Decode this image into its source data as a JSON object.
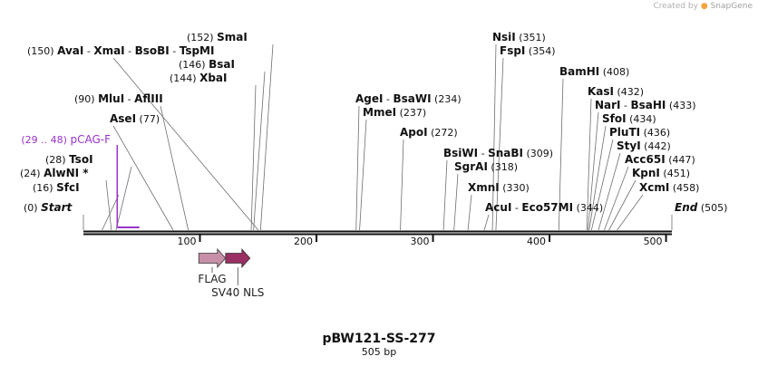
{
  "credit": {
    "prefix": "Created by",
    "brand": "SnapGene"
  },
  "plasmid": {
    "name": "pBW121-SS-277",
    "length": 505,
    "length_label": "505 bp"
  },
  "axis_ticks": [
    {
      "pos": 100,
      "label": "100"
    },
    {
      "pos": 200,
      "label": "200"
    },
    {
      "pos": 300,
      "label": "300"
    },
    {
      "pos": 400,
      "label": "400"
    },
    {
      "pos": 500,
      "label": "500"
    }
  ],
  "features": [
    {
      "label": "FLAG",
      "start": 99,
      "end": 122,
      "color": "#c790a8"
    },
    {
      "label": "SV40 NLS",
      "start": 122,
      "end": 143,
      "color": "#9a2f63"
    }
  ],
  "primer": {
    "name": "pCAG-F",
    "range": "(29 .. 48)",
    "start": 29,
    "end": 48,
    "color": "#9b33cc"
  },
  "sites": [
    {
      "pos": 0,
      "label": "(0)",
      "names": [
        {
          "n": "Start",
          "italic": true
        }
      ]
    },
    {
      "pos": 16,
      "label": "(16)",
      "names": [
        {
          "n": "SfcI"
        }
      ]
    },
    {
      "pos": 24,
      "label": "(24)",
      "names": [
        {
          "n": "AlwNI *"
        }
      ]
    },
    {
      "pos": 28,
      "label": "(28)",
      "names": [
        {
          "n": "TsoI"
        }
      ]
    },
    {
      "pos": 77,
      "label": "(77)",
      "names": [
        {
          "n": "AseI"
        }
      ]
    },
    {
      "pos": 90,
      "label": "(90)",
      "names": [
        {
          "n": "MluI"
        },
        {
          "n": "AflIII"
        }
      ]
    },
    {
      "pos": 144,
      "label": "(144)",
      "names": [
        {
          "n": "XbaI"
        }
      ]
    },
    {
      "pos": 146,
      "label": "(146)",
      "names": [
        {
          "n": "BsaI"
        }
      ]
    },
    {
      "pos": 150,
      "label": "(150)",
      "names": [
        {
          "n": "AvaI"
        },
        {
          "n": "XmaI"
        },
        {
          "n": "BsoBI"
        },
        {
          "n": "TspMI"
        }
      ]
    },
    {
      "pos": 152,
      "label": "(152)",
      "names": [
        {
          "n": "SmaI"
        }
      ]
    },
    {
      "pos": 234,
      "label": "(234)",
      "names": [
        {
          "n": "AgeI"
        },
        {
          "n": "BsaWI"
        }
      ]
    },
    {
      "pos": 237,
      "label": "(237)",
      "names": [
        {
          "n": "MmeI"
        }
      ]
    },
    {
      "pos": 272,
      "label": "(272)",
      "names": [
        {
          "n": "ApoI"
        }
      ]
    },
    {
      "pos": 309,
      "label": "(309)",
      "names": [
        {
          "n": "BsiWI"
        },
        {
          "n": "SnaBI"
        }
      ]
    },
    {
      "pos": 318,
      "label": "(318)",
      "names": [
        {
          "n": "SgrAI"
        }
      ]
    },
    {
      "pos": 330,
      "label": "(330)",
      "names": [
        {
          "n": "XmnI"
        }
      ]
    },
    {
      "pos": 344,
      "label": "(344)",
      "names": [
        {
          "n": "AcuI"
        },
        {
          "n": "Eco57MI"
        }
      ]
    },
    {
      "pos": 351,
      "label": "(351)",
      "names": [
        {
          "n": "NsiI"
        }
      ]
    },
    {
      "pos": 354,
      "label": "(354)",
      "names": [
        {
          "n": "FspI"
        }
      ]
    },
    {
      "pos": 408,
      "label": "(408)",
      "names": [
        {
          "n": "BamHI"
        }
      ]
    },
    {
      "pos": 432,
      "label": "(432)",
      "names": [
        {
          "n": "KasI"
        }
      ]
    },
    {
      "pos": 433,
      "label": "(433)",
      "names": [
        {
          "n": "NarI"
        },
        {
          "n": "BsaHI"
        }
      ]
    },
    {
      "pos": 434,
      "label": "(434)",
      "names": [
        {
          "n": "SfoI"
        }
      ]
    },
    {
      "pos": 436,
      "label": "(436)",
      "names": [
        {
          "n": "PluTI"
        }
      ]
    },
    {
      "pos": 442,
      "label": "(442)",
      "names": [
        {
          "n": "StyI"
        }
      ]
    },
    {
      "pos": 447,
      "label": "(447)",
      "names": [
        {
          "n": "Acc65I"
        }
      ]
    },
    {
      "pos": 451,
      "label": "(451)",
      "names": [
        {
          "n": "KpnI"
        }
      ]
    },
    {
      "pos": 458,
      "label": "(458)",
      "names": [
        {
          "n": "XcmI"
        }
      ]
    },
    {
      "pos": 505,
      "label": "(505)",
      "names": [
        {
          "n": "End",
          "italic": true
        }
      ]
    }
  ]
}
